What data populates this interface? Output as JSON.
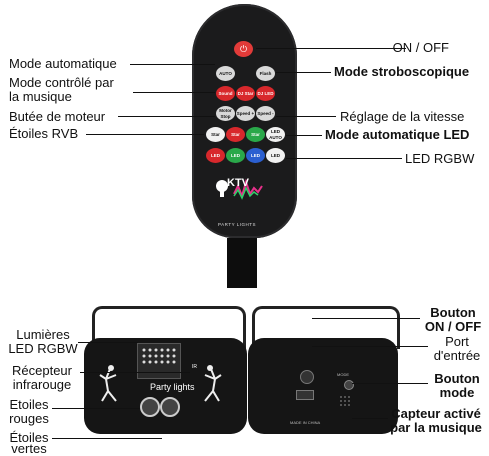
{
  "labels": {
    "on_off": "ON / OFF",
    "stroboscope": "Mode stroboscopique",
    "auto_mode": "Mode automatique",
    "music_mode_1": "Mode contrôlé par",
    "music_mode_2": "la musique",
    "motor_stop": "Butée de moteur",
    "speed": "Réglage de la vitesse",
    "rgb_stars": "Étoiles RVB",
    "auto_led": "Mode automatique LED",
    "led_rgbw": "LED RGBW",
    "lum_led_1": "Lumières",
    "lum_led_2": "LED RGBW",
    "ir_1": "Récepteur",
    "ir_2": "infrarouge",
    "red_stars_1": "Etoiles",
    "red_stars_2": "rouges",
    "green_stars_1": "Étoiles",
    "green_stars_2": "vertes",
    "btn_onoff_1": "Bouton",
    "btn_onoff_2": "ON / OFF",
    "port_1": "Port",
    "port_2": "d'entrée",
    "btn_mode_1": "Bouton",
    "btn_mode_2": "mode",
    "sensor_1": "Capteur activé",
    "sensor_2": "par la musique"
  },
  "remote": {
    "power": "ON/OFF",
    "auto": "AUTO",
    "flash": "Flash",
    "sound": "Sound",
    "dj_star": "DJ Star",
    "dj_led": "DJ LED",
    "motor_stop": "Motor Stop",
    "speed_plus": "Speed +",
    "speed_minus": "Speed -",
    "star": "Star",
    "led": "LED",
    "led_auto": "LED AUTO",
    "brand": "KTV",
    "party": "PARTY LIGHTS"
  },
  "light": {
    "party": "Party lights",
    "ir": "IR",
    "made": "MADE IN CHINA",
    "mode": "MODE"
  }
}
